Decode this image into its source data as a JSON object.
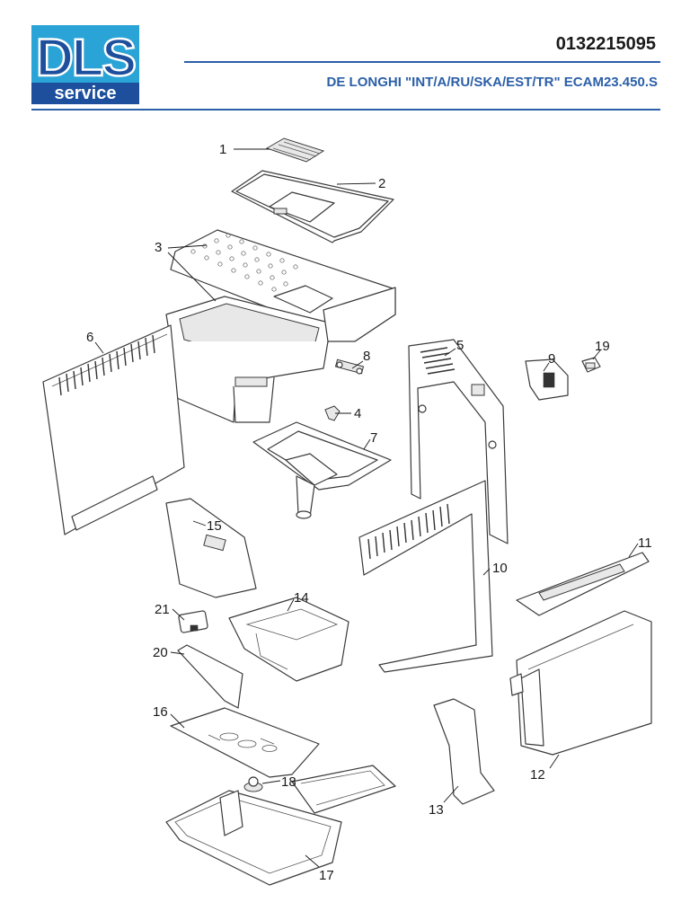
{
  "header": {
    "logo_text_top": "DLS",
    "logo_text_bottom": "service",
    "part_number": "0132215095",
    "model_title": "DE LONGHI \"INT/A/RU/SKA/EST/TR\" ECAM23.450.S"
  },
  "colors": {
    "brand_blue": "#2b5fa8",
    "logo_light_blue": "#2aa3d6",
    "logo_dark_blue": "#1d4f9c"
  },
  "callouts": [
    "1",
    "2",
    "3",
    "4",
    "5",
    "6",
    "7",
    "8",
    "9",
    "10",
    "11",
    "12",
    "13",
    "14",
    "15",
    "16",
    "17",
    "18",
    "19",
    "20",
    "21"
  ]
}
